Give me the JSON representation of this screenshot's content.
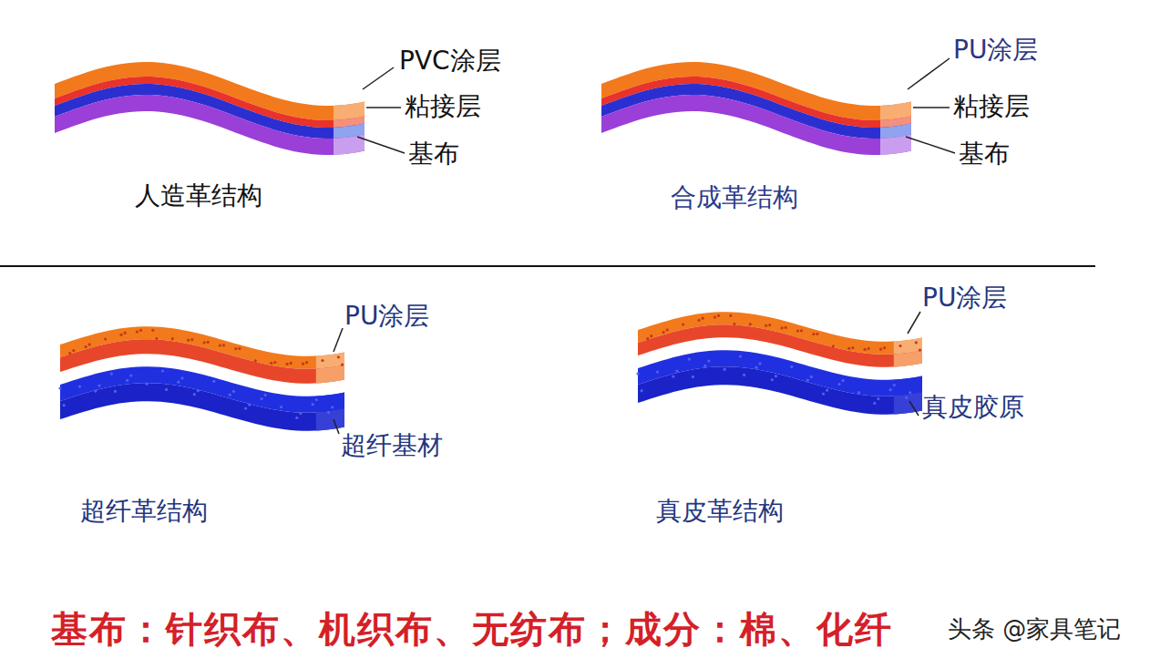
{
  "diagram": {
    "labels": [
      "PVC涂层",
      "粘接层",
      "基布",
      "人造革结构",
      "PU涂层",
      "粘接层",
      "基布",
      "合成革结构",
      "PU涂层",
      "超纤基材",
      "超纤革结构",
      "PU涂层",
      "真皮胶原",
      "真皮革结构",
      "基布：针织布、机织布、无纺布；成分：棉、化纤",
      "头条 @家具笔记"
    ]
  }
}
